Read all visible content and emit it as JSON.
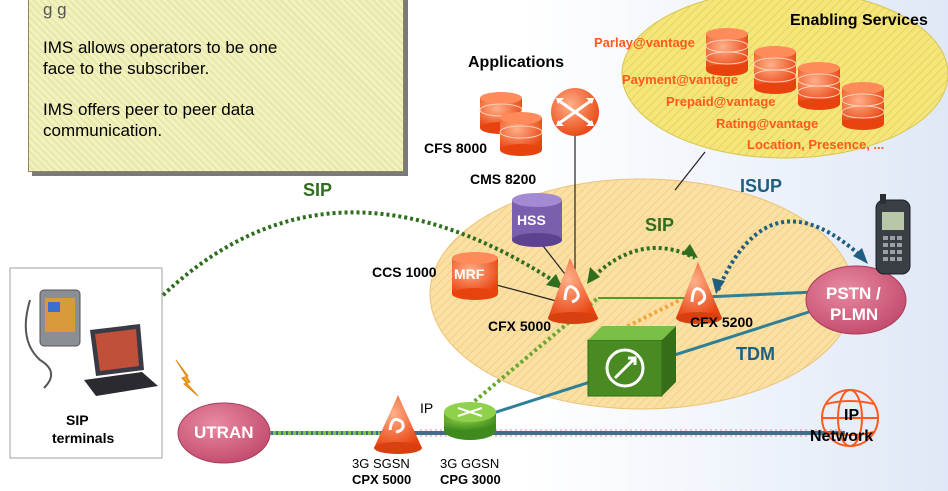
{
  "note": {
    "line0": "g       g",
    "para1_l1": "IMS allows operators to be one",
    "para1_l2": "face to the subscriber.",
    "para2_l1": "IMS offers peer to peer data",
    "para2_l2": "communication."
  },
  "enabling": {
    "title": "Enabling Services",
    "items": [
      "Parlay@vantage",
      "Payment@vantage",
      "Prepaid@vantage",
      "Rating@vantage",
      "Location, Presence, ..."
    ]
  },
  "applications": {
    "title": "Applications",
    "cfs": "CFS 8000"
  },
  "core": {
    "cms": "CMS 8200",
    "hss": "HSS",
    "ccs": "CCS 1000",
    "mrf": "MRF",
    "cfx5000": "CFX 5000",
    "cfx5200": "CFX 5200"
  },
  "links": {
    "sip_left": "SIP",
    "sip_mid": "SIP",
    "isup": "ISUP",
    "tdm": "TDM",
    "ip": "IP"
  },
  "nodes": {
    "pstn_l1": "PSTN /",
    "pstn_l2": "PLMN",
    "utran": "UTRAN",
    "ip_l1": "IP",
    "ip_l2": "Network"
  },
  "terminals": {
    "l1": "SIP",
    "l2": "terminals"
  },
  "sgsn": {
    "l1": "3G SGSN",
    "l2": "CPX 5000"
  },
  "ggsn": {
    "l1": "3G GGSN",
    "l2": "CPG 3000"
  },
  "colors": {
    "sip_dotted": "#2f6e1e",
    "isup_dotted": "#1f5e80",
    "enabling_text": "#ff5a1e",
    "pink_node": "#d35e80"
  }
}
